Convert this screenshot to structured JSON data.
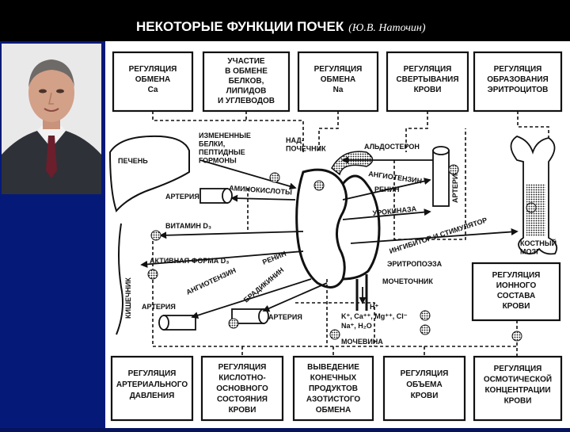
{
  "title": "НЕКОТОРЫЕ ФУНКЦИИ ПОЧЕК",
  "author": "(Ю.В. Наточин)",
  "colors": {
    "background": "#06145f",
    "title_bar": "#000000",
    "diagram_bg": "#ffffff",
    "ink": "#111111"
  },
  "top_boxes": [
    [
      "РЕГУЛЯЦИЯ",
      "ОБМЕНА",
      "Ca"
    ],
    [
      "УЧАСТИЕ",
      "В ОБМЕНЕ",
      "БЕЛКОВ,",
      "ЛИПИДОВ",
      "И УГЛЕВОДОВ"
    ],
    [
      "РЕГУЛЯЦИЯ",
      "ОБМЕНА",
      "Na"
    ],
    [
      "РЕГУЛЯЦИЯ",
      "СВЕРТЫВАНИЯ",
      "КРОВИ"
    ],
    [
      "РЕГУЛЯЦИЯ",
      "ОБРАЗОВАНИЯ",
      "ЭРИТРОЦИТОВ"
    ]
  ],
  "right_box": [
    "РЕГУЛЯЦИЯ",
    "ИОННОГО",
    "СОСТАВА",
    "КРОВИ"
  ],
  "bottom_boxes": [
    [
      "РЕГУЛЯЦИЯ",
      "АРТЕРИАЛЬНОГО",
      "ДАВЛЕНИЯ"
    ],
    [
      "РЕГУЛЯЦИЯ",
      "КИСЛОТНО-",
      "ОСНОВНОГО",
      "СОСТОЯНИЯ",
      "КРОВИ"
    ],
    [
      "ВЫВЕДЕНИЕ",
      "КОНЕЧНЫХ",
      "ПРОДУКТОВ",
      "АЗОТИСТОГО",
      "ОБМЕНА"
    ],
    [
      "РЕГУЛЯЦИЯ",
      "ОБЪЕМА",
      "КРОВИ"
    ],
    [
      "РЕГУЛЯЦИЯ",
      "ОСМОТИЧЕСКОЙ",
      "КОНЦЕНТРАЦИИ",
      "КРОВИ"
    ]
  ],
  "labels": {
    "liver": "ПЕЧЕНЬ",
    "altered_proteins": [
      "ИЗМЕНЕННЫЕ",
      "БЕЛКИ,",
      "ПЕПТИДНЫЕ",
      "ГОРМОНЫ"
    ],
    "adrenal": [
      "НАД-",
      "ПОЧЕЧНИК"
    ],
    "aldosterone": "АЛЬДОСТЕРОН",
    "angiotensin_top": "АНГИОТЕНЗИН",
    "renin_top": "РЕНИН",
    "artery_right": "АРТЕРИЯ",
    "artery_upper_left": "АРТЕРИЯ",
    "aminoacids": "АМИНОКИСЛОТЫ",
    "urokinase": "УРОКИНАЗА",
    "vitamin_d3": "ВИТАМИН D₃",
    "inhibitor": "ИНГИБИТОР И СТИМУЛЯТОР",
    "bone_marrow": [
      "КОСТНЫЙ",
      "МОЗГ"
    ],
    "active_form": "АКТИВНАЯ ФОРМА D₃",
    "renin_mid": "РЕНИН",
    "erythropoietin": "ЭРИТРОПОЭЗА",
    "intestine": "КИШЕЧНИК",
    "angiotensin_low": "АНГИОТЕНЗИН",
    "bradykinin": "БРАДИКИНИН",
    "ureter": "МОЧЕТОЧНИК",
    "artery_lower_left": "АРТЕРИЯ",
    "artery_lower_mid": "АРТЕРИЯ",
    "ions_1": "H⁺",
    "ions_2": "K⁺, Ca⁺⁺, Mg⁺⁺, Cl⁻",
    "ions_3": "Na⁺, H₂O",
    "urea": "МОЧЕВИНА"
  }
}
